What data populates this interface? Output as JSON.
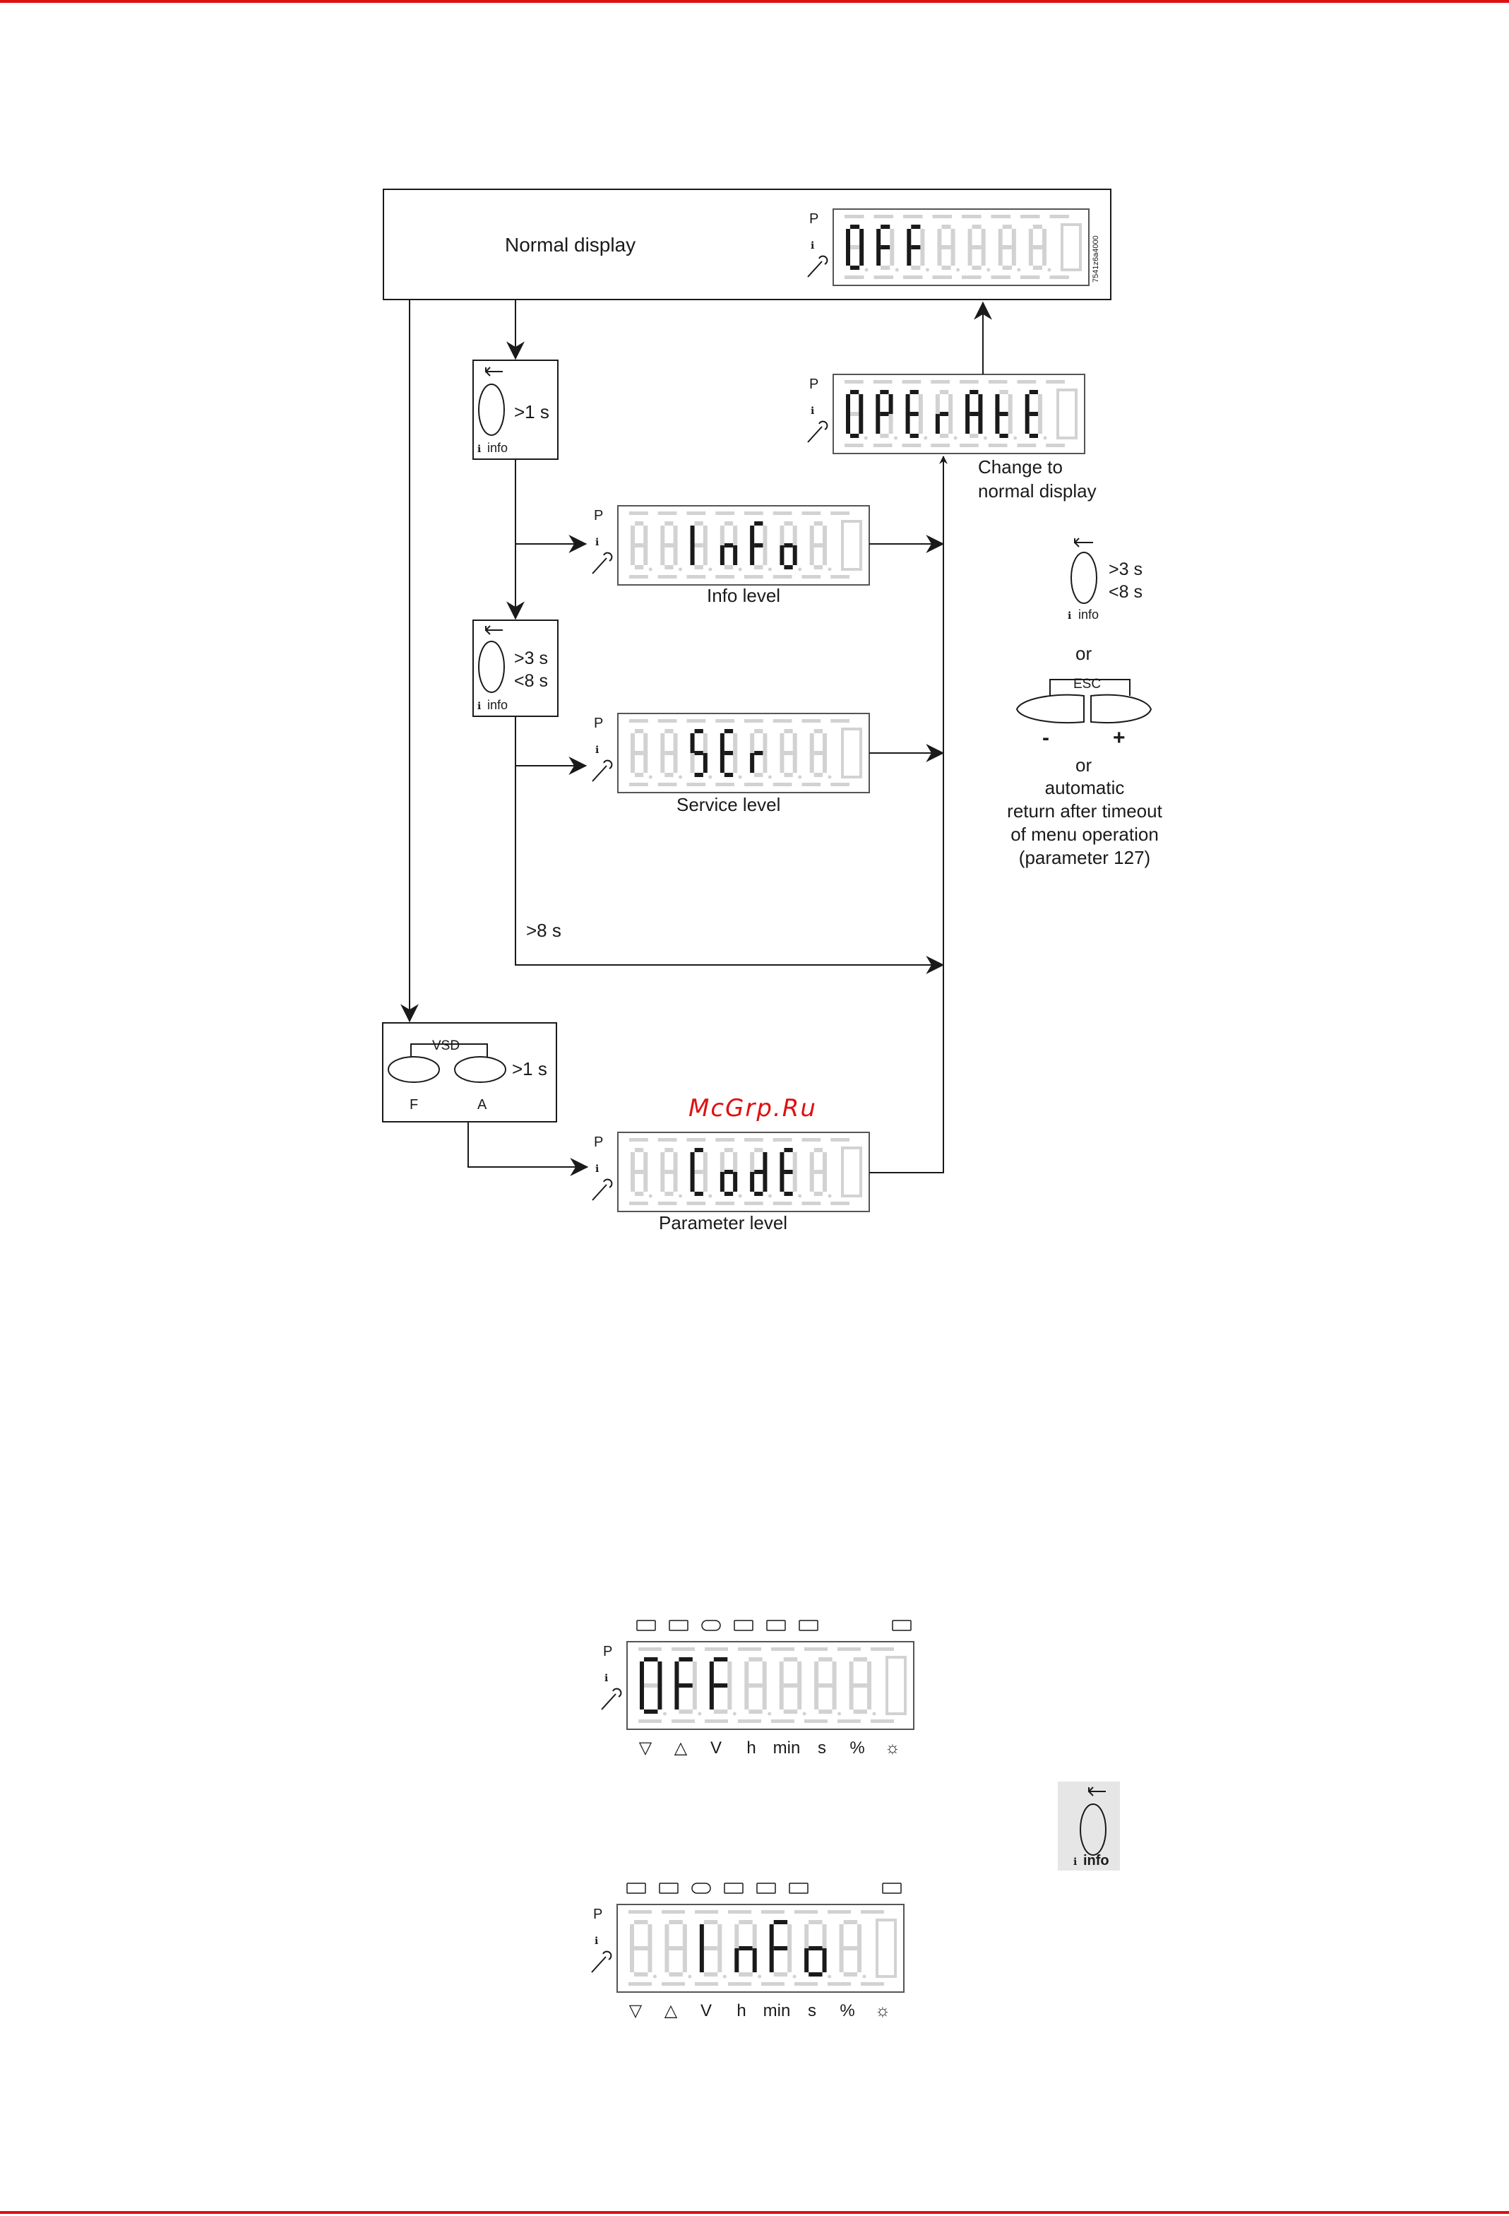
{
  "colors": {
    "accent_rule": "#e01010",
    "ink": "#1a1a1a",
    "segment_off": "#d2d2d2"
  },
  "watermark": "McGrp.Ru",
  "diagram": {
    "normal_display": {
      "label": "Normal display",
      "code": "OFF",
      "doc_code": "7541z6a4000"
    },
    "operate": {
      "code": "OPErAtE",
      "caption_line1": "Change to",
      "caption_line2": "normal display"
    },
    "info_level": {
      "code": "InFo",
      "caption": "Info level"
    },
    "service_level": {
      "code": "SEr",
      "caption": "Service level"
    },
    "parameter_level": {
      "code": "CodE",
      "caption": "Parameter level"
    },
    "button_1s": {
      "text": ">1 s",
      "info_label": "info"
    },
    "button_3_8s": {
      "text_line1": ">3 s",
      "text_line2": "<8 s",
      "info_label": "info"
    },
    "vsd_button": {
      "label": "VSD",
      "text": ">1 s",
      "left": "F",
      "right": "A"
    },
    "timeout_8s": ">8 s",
    "return_panel": {
      "text_line1": ">3 s",
      "text_line2": "<8 s",
      "info_label": "info",
      "or_1": "or",
      "esc_label": "ESC",
      "minus": "-",
      "plus": "+",
      "or_2": "or",
      "auto_lines": [
        "automatic",
        "return after timeout",
        "of menu operation",
        "(parameter 127)"
      ]
    },
    "lcd_letters": {
      "p": "P"
    }
  },
  "examples": {
    "unit_labels": [
      "▽",
      "△",
      "V",
      "h",
      "min",
      "s",
      "%",
      "☼"
    ],
    "display_1": {
      "code": "OFF"
    },
    "display_2": {
      "code": "InFo"
    },
    "info_button": {
      "label": "info"
    }
  }
}
